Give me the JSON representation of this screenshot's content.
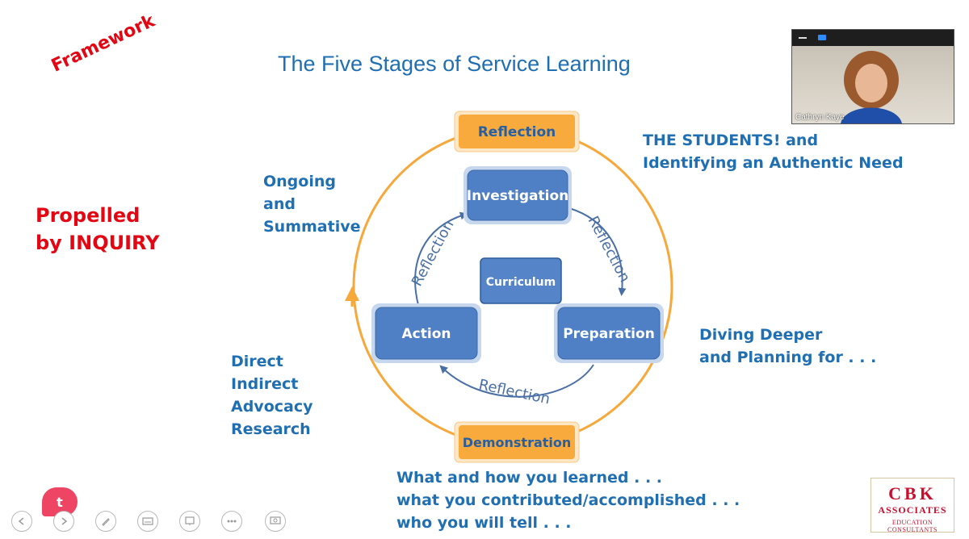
{
  "slide": {
    "title": "The Five Stages of Service Learning",
    "framework": "Framework",
    "propelled_line1": "Propelled",
    "propelled_line2": "by INQUIRY"
  },
  "diagram": {
    "outer_top": "Reflection",
    "outer_bottom": "Demonstration",
    "stage_investigation": "Investigation",
    "stage_preparation": "Preparation",
    "stage_action": "Action",
    "center": "Curriculum",
    "reflection_left": "Reflection",
    "reflection_right": "Reflection",
    "reflection_bottom": "Reflection"
  },
  "notes": {
    "reflection": [
      "Ongoing",
      "and",
      "Summative"
    ],
    "investigation": [
      "THE STUDENTS! and",
      "Identifying an Authentic Need"
    ],
    "preparation": [
      "Diving Deeper",
      "and Planning for . . ."
    ],
    "action": [
      "Direct",
      "Indirect",
      "Advocacy",
      "Research"
    ],
    "demonstration": [
      "What and how you learned . . .",
      "what you contributed/accomplished . . .",
      "who you will tell . . ."
    ]
  },
  "video": {
    "participant_name": "Cathryn Kaye"
  },
  "logo": {
    "line1": "CBK",
    "line2": "ASSOCIATES",
    "line3": "EDUCATION CONSULTANTS"
  },
  "toolbar": {
    "badge": "t",
    "items": [
      "prev-icon",
      "next-icon",
      "pen-icon",
      "keyboard-icon",
      "slides-icon",
      "more-icon",
      "presenter-icon"
    ]
  },
  "colors": {
    "title_blue": "#1f6fb2",
    "accent_red": "#e30613",
    "box_blue": "#4f7fc4",
    "ring_orange": "#f7a83a"
  }
}
